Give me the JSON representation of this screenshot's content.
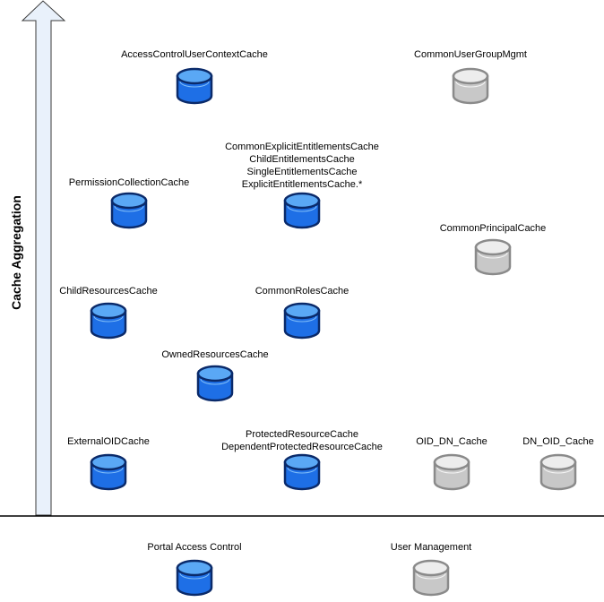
{
  "axis": {
    "y_label": "Cache Aggregation"
  },
  "colors": {
    "blue_fill": "#1e6fe6",
    "blue_stroke": "#0a2a6a",
    "blue_top": "#5aa8f5",
    "gray_fill": "#c8c8c8",
    "gray_stroke": "#8a8a8a",
    "gray_top": "#ededed"
  },
  "caches": [
    {
      "kind": "blue",
      "labels": [
        "AccessControlUserContextCache"
      ]
    },
    {
      "kind": "gray",
      "labels": [
        "CommonUserGroupMgmt"
      ]
    },
    {
      "kind": "blue",
      "labels": [
        "CommonExplicitEntitlementsCache",
        "ChildEntitlementsCache",
        "SingleEntitlementsCache",
        "ExplicitEntitlementsCache.*"
      ]
    },
    {
      "kind": "blue",
      "labels": [
        "PermissionCollectionCache"
      ]
    },
    {
      "kind": "gray",
      "labels": [
        "CommonPrincipalCache"
      ]
    },
    {
      "kind": "blue",
      "labels": [
        "ChildResourcesCache"
      ]
    },
    {
      "kind": "blue",
      "labels": [
        "CommonRolesCache"
      ]
    },
    {
      "kind": "blue",
      "labels": [
        "OwnedResourcesCache"
      ]
    },
    {
      "kind": "blue",
      "labels": [
        "ExternalOIDCache"
      ]
    },
    {
      "kind": "blue",
      "labels": [
        "ProtectedResourceCache",
        "DependentProtectedResourceCache"
      ]
    },
    {
      "kind": "gray",
      "labels": [
        "OID_DN_Cache"
      ]
    },
    {
      "kind": "gray",
      "labels": [
        "DN_OID_Cache"
      ]
    }
  ],
  "legend": [
    {
      "kind": "blue",
      "label": "Portal Access Control"
    },
    {
      "kind": "gray",
      "label": "User Management"
    }
  ]
}
